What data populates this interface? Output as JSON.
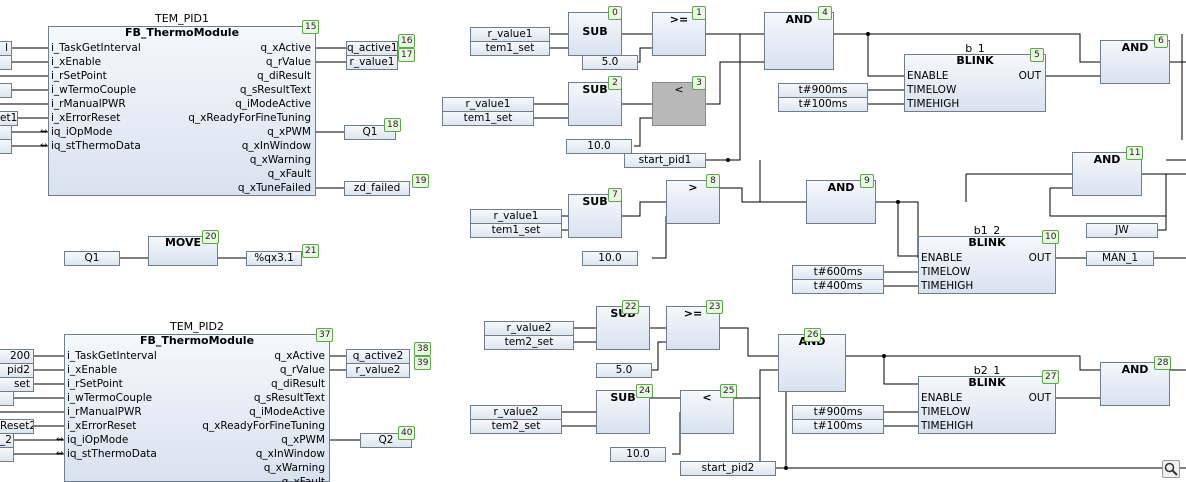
{
  "fb1": {
    "instance": "TEM_PID1",
    "type": "FB_ThermoModule",
    "num": "15",
    "inputs": [
      "i_TaskGetInterval",
      "i_xEnable",
      "i_rSetPoint",
      "i_wTermoCouple",
      "i_rManualPWR",
      "i_xErrorReset",
      "iq_iOpMode",
      "iq_stThermoData"
    ],
    "outputs": [
      "q_xActive",
      "q_rValue",
      "q_diResult",
      "q_sResultText",
      "q_iModeActive",
      "q_xReadyForFineTuning",
      "q_xPWM",
      "q_xInWindow",
      "q_xWarning",
      "q_xFault",
      "q_xTuneFailed"
    ],
    "left_vars": [
      "l",
      "",
      "",
      "",
      "et1",
      "",
      ""
    ],
    "out_vars": [
      {
        "label": "q_active1",
        "num": "16"
      },
      {
        "label": "r_value1",
        "num": "17"
      },
      {
        "label": "Q1",
        "num": "18"
      },
      {
        "label": "zd_failed",
        "num": "19"
      }
    ]
  },
  "fb2": {
    "instance": "TEM_PID2",
    "type": "FB_ThermoModule",
    "num": "37",
    "inputs": [
      "i_TaskGetInterval",
      "i_xEnable",
      "i_rSetPoint",
      "i_wTermoCouple",
      "i_rManualPWR",
      "i_xErrorReset",
      "iq_iOpMode",
      "iq_stThermoData"
    ],
    "outputs": [
      "q_xActive",
      "q_rValue",
      "q_diResult",
      "q_sResultText",
      "q_iModeActive",
      "q_xReadyForFineTuning",
      "q_xPWM",
      "q_xInWindow",
      "q_xWarning",
      "q_xFault"
    ],
    "left_vars": [
      "200",
      "pid2",
      "set",
      "",
      "Reset2",
      "_2",
      ""
    ],
    "out_vars": [
      {
        "label": "q_active2",
        "num": "38"
      },
      {
        "label": "r_value2",
        "num": "39"
      },
      {
        "label": "Q2",
        "num": "40"
      }
    ]
  },
  "move": {
    "type": "MOVE",
    "num": "20",
    "in": "Q1",
    "out": "%qx3.1",
    "out_num": "21"
  },
  "subs": [
    {
      "num": "0",
      "type": "SUB",
      "in1": "r_value1",
      "in2": "tem1_set"
    },
    {
      "num": "2",
      "type": "SUB",
      "in1": "r_value1",
      "in2": "tem1_set"
    },
    {
      "num": "7",
      "type": "SUB",
      "in1": "r_value1",
      "in2": "tem1_set"
    },
    {
      "num": "22",
      "type": "SUB",
      "in1": "r_value2",
      "in2": "tem2_set"
    },
    {
      "num": "24",
      "type": "SUB",
      "in1": "r_value2",
      "in2": "tem2_set"
    }
  ],
  "cmps": [
    {
      "num": "1",
      "type": ">=",
      "const": "5.0"
    },
    {
      "num": "3",
      "type": "<",
      "const": "10.0"
    },
    {
      "num": "8",
      "type": ">",
      "const": "10.0"
    },
    {
      "num": "23",
      "type": ">=",
      "const": "5.0"
    },
    {
      "num": "25",
      "type": "<",
      "const": "10.0"
    }
  ],
  "ands": [
    {
      "num": "4",
      "type": "AND"
    },
    {
      "num": "6",
      "type": "AND"
    },
    {
      "num": "9",
      "type": "AND"
    },
    {
      "num": "11",
      "type": "AND"
    },
    {
      "num": "26",
      "type": "AND"
    },
    {
      "num": "28",
      "type": "AND"
    }
  ],
  "blinks": [
    {
      "num": "5",
      "instance": "b_1",
      "type": "BLINK",
      "low": "t#900ms",
      "high": "t#100ms"
    },
    {
      "num": "10",
      "instance": "b1_2",
      "type": "BLINK",
      "low": "t#600ms",
      "high": "t#400ms"
    },
    {
      "num": "27",
      "instance": "b2_1",
      "type": "BLINK",
      "low": "t#900ms",
      "high": "t#100ms"
    }
  ],
  "blink_pins": {
    "enable": "ENABLE",
    "timelow": "TIMELOW",
    "timehigh": "TIMEHIGH",
    "out": "OUT"
  },
  "misc": {
    "start_pid1": "start_pid1",
    "start_pid2": "start_pid2",
    "jw": "JW",
    "man_1": "MAN_1"
  },
  "icons": {
    "zoom": "magnifier-icon"
  }
}
